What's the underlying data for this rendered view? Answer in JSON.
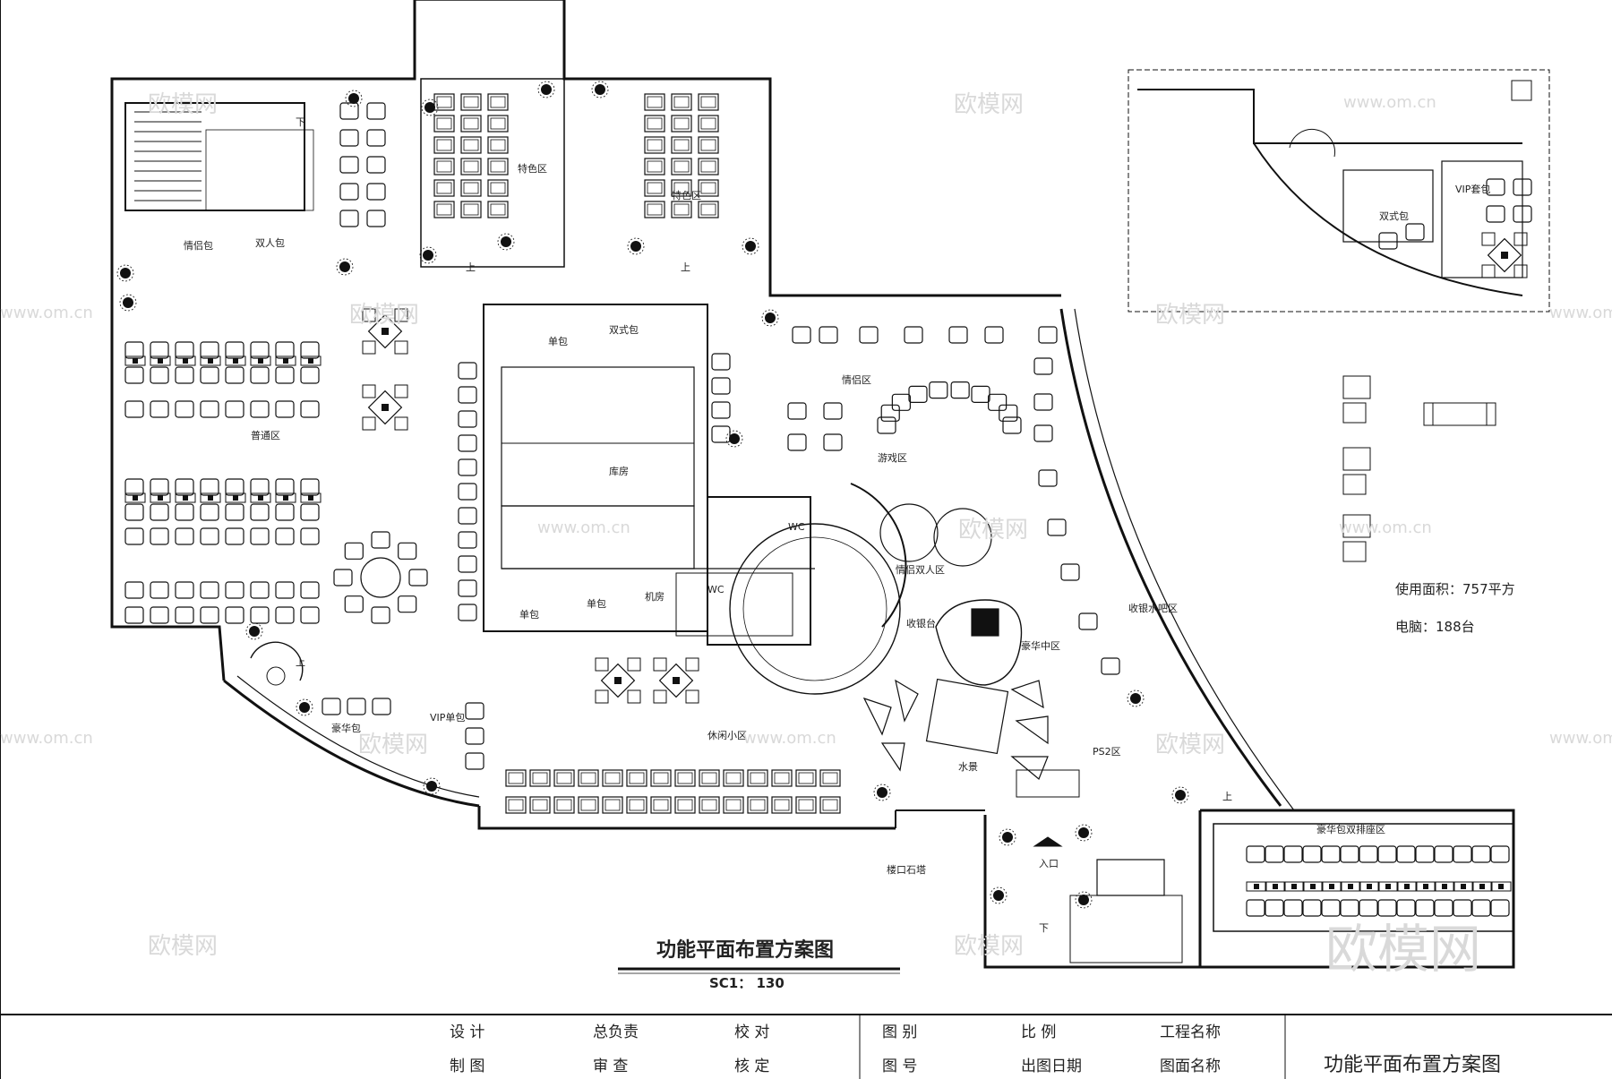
{
  "drawing": {
    "title": "功能平面布置方案图",
    "scale": "SC1： 130"
  },
  "main_plan": {
    "zones": {
      "top_feature_left": "特色区",
      "top_feature_right": "特色区",
      "hall": "普通区",
      "storage": "库房",
      "single_room_top": "单包",
      "double_room_top": "双式包",
      "single_room_1": "单包",
      "single_room_2": "单包",
      "machine_room": "机房",
      "wc_right": "WC",
      "wc_bottom": "WC",
      "couple_area": "情侣区",
      "game_area": "游戏区",
      "romance_area": "情侣双人区",
      "luxury_area": "豪华中区",
      "cashier": "收银水吧区",
      "cash_register": "收银台",
      "vip_single": "VIP单包",
      "couple_room": "豪华包",
      "couple_room_top": "情侣包",
      "double_top": "双人包",
      "casual_area": "休闲小区",
      "ps2": "PS2区",
      "entrance": "入口",
      "bottom_right_area": "豪华包双排座区",
      "stair_note": "楼口石塔",
      "up": "上",
      "down": "下",
      "water": "水景"
    }
  },
  "inset_plan": {
    "vip": "VIP套包",
    "double": "双式包"
  },
  "stats": {
    "area": "使用面积：757平方",
    "pcs": "电脑：188台"
  },
  "title_block": {
    "design": "设 计",
    "draw": "制 图",
    "chief": "总负责",
    "review": "审 查",
    "check": "校 对",
    "approve": "核 定",
    "category": "图 别",
    "number": "图 号",
    "ratio": "比 例",
    "date": "出图日期",
    "project": "工程名称",
    "drawing_name": "图面名称",
    "sheet_title": "功能平面布置方案图"
  },
  "watermark": {
    "brand": "欧模网",
    "url": "www.om.cn"
  }
}
